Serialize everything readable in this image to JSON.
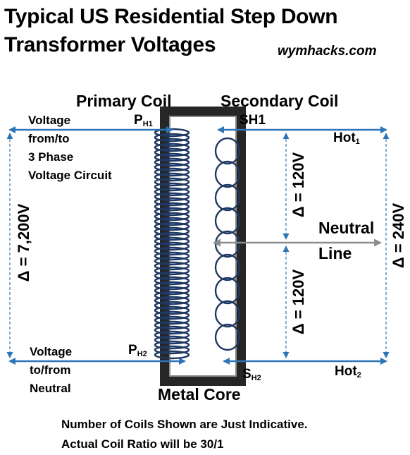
{
  "title_line1": "Typical US Residential Step Down",
  "title_line2": "Transformer Voltages",
  "website": "wymhacks.com",
  "labels": {
    "primary_coil": "Primary Coil",
    "secondary_coil": "Secondary Coil",
    "metal_core": "Metal Core",
    "neutral_line_1": "Neutral",
    "neutral_line_2": "Line"
  },
  "primary_top": {
    "terminal": "P",
    "terminal_sub": "H1",
    "line1": "Voltage",
    "line2": "from/to",
    "line3": "3 Phase",
    "line4": "Voltage Circuit"
  },
  "primary_bottom": {
    "terminal": "P",
    "terminal_sub": "H2",
    "line1": "Voltage",
    "line2": "to/from",
    "line3": "Neutral"
  },
  "secondary_top": {
    "terminal": "SH1",
    "hot": "Hot",
    "hot_sub": "1"
  },
  "secondary_bottom": {
    "terminal": "S",
    "terminal_sub": "H2",
    "hot": "Hot",
    "hot_sub": "2"
  },
  "voltages": {
    "primary": "Δ = 7,200V",
    "upper_half": "Δ = 120V",
    "lower_half": "Δ = 120V",
    "full_secondary": "Δ = 240V"
  },
  "notes": {
    "line1": "Number of Coils Shown are Just Indicative.",
    "line2": "Actual Coil Ratio will be 30/1"
  },
  "colors": {
    "arrow_blue": "#2e75b6",
    "coil_dark": "#1f3864",
    "core_dark": "#262626",
    "neutral_gray": "#8c8c8c"
  }
}
